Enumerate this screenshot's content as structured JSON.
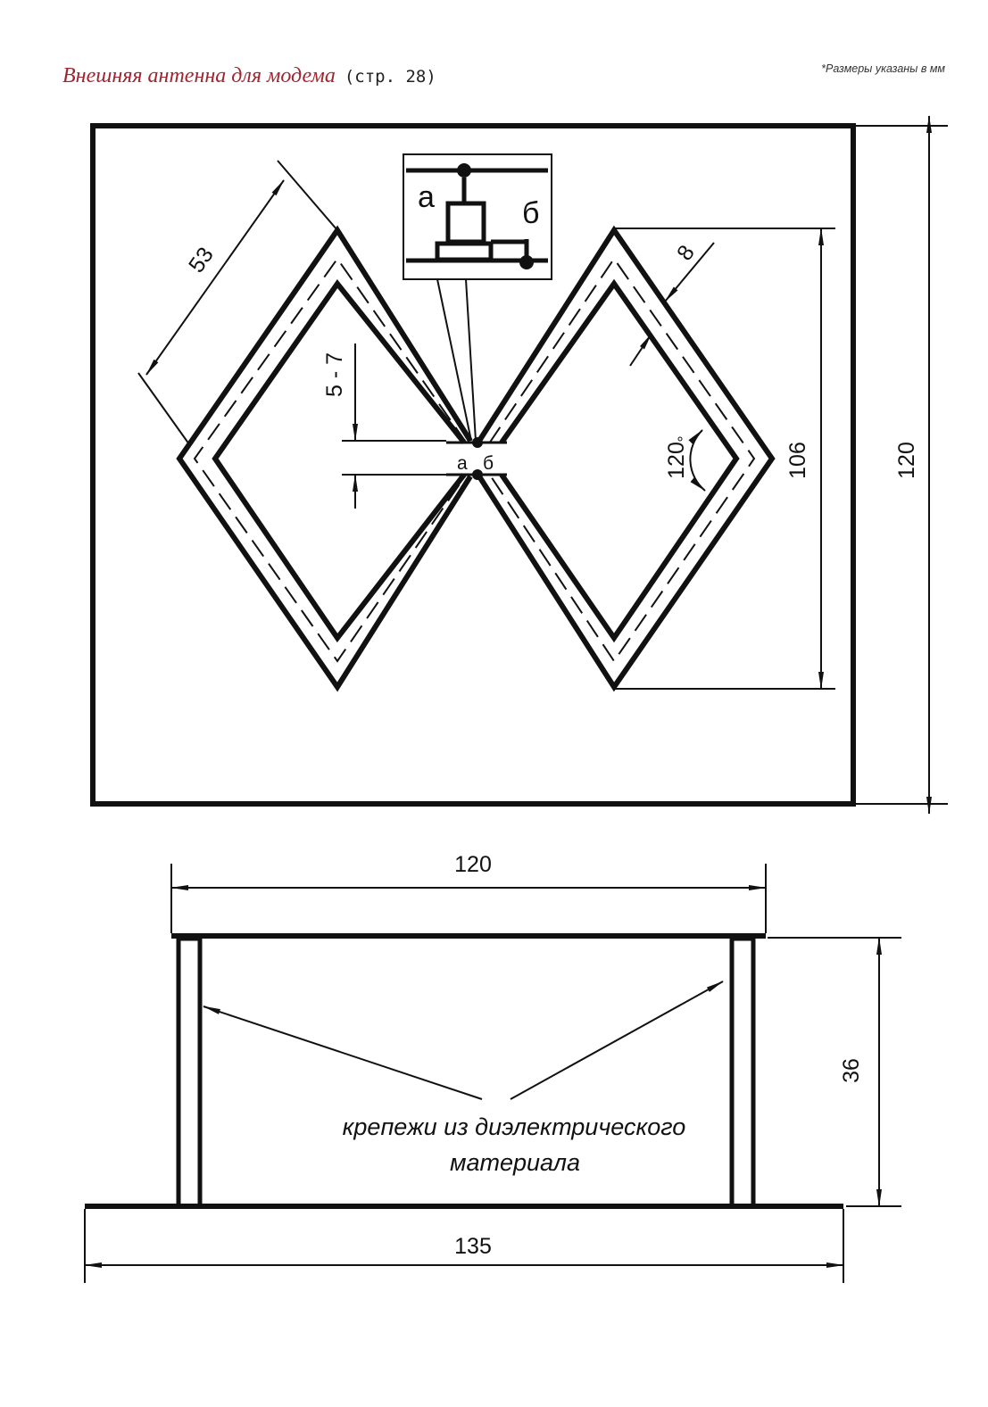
{
  "header": {
    "title": "Внешняя антенна для модема",
    "page_ref": "(стр. 28)",
    "note": "*Размеры указаны в мм"
  },
  "top_view": {
    "dim_side": "53",
    "dim_gap": "5 - 7",
    "dim_width": "8",
    "dim_angle": "120",
    "dim_height_antenna": "106",
    "dim_height_board": "120",
    "point_a": "а",
    "point_b": "б",
    "inset_a": "а",
    "inset_b": "б"
  },
  "side_view": {
    "dim_top": "120",
    "dim_height": "36",
    "dim_base": "135",
    "caption_line1": "крепежи из диэлектрического",
    "caption_line2": "материала"
  }
}
